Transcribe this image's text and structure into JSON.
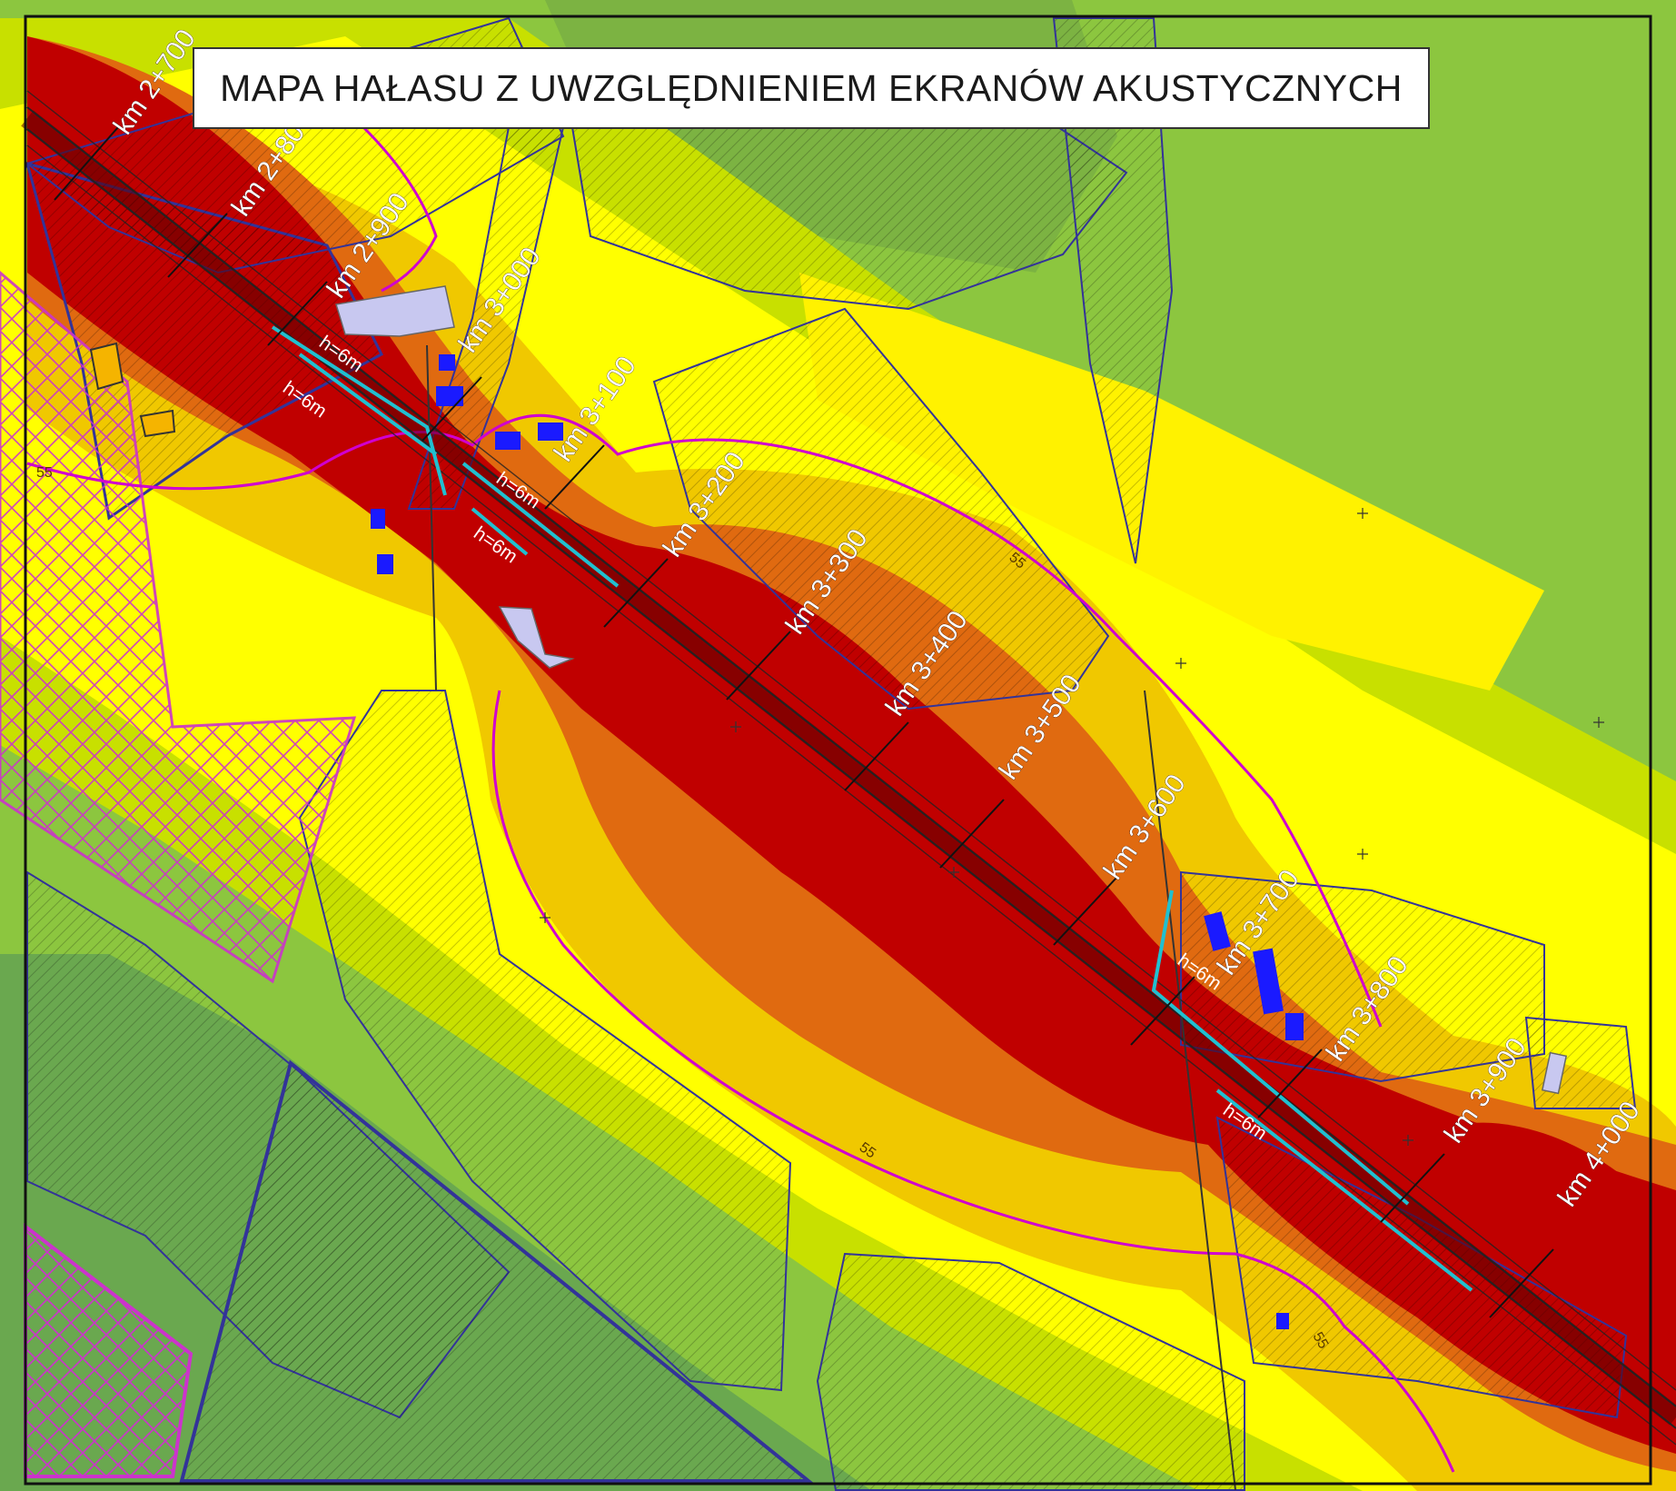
{
  "map": {
    "title": "MAPA HAŁASU Z UWZGLĘDNIENIEM EKRANÓW AKUSTYCZNYCH",
    "chainage_labels": [
      "km 2+700",
      "km 2+800",
      "km 2+900",
      "km 3+000",
      "km 3+100",
      "km 3+200",
      "km 3+300",
      "km 3+400",
      "km 3+500",
      "km 3+600",
      "km 3+700",
      "km 3+800",
      "km 3+900",
      "km 4+000"
    ],
    "barrier_labels": [
      "h=6m",
      "h=6m",
      "h=6m",
      "h=6m",
      "h=6m",
      "h=6m"
    ],
    "isoline_labels": [
      "55",
      "55",
      "55",
      "55"
    ],
    "colors": {
      "zone_above_70": "#c00000",
      "zone_65_70": "#e06a10",
      "zone_60_65": "#f0c800",
      "zone_55_60": "#ffff00",
      "zone_50_55": "#c8e000",
      "zone_below_50": "#8cc63f",
      "zone_low_dark": "#6aa84f",
      "protected_area_outline": "#333399",
      "isoline_55": "#d000d0",
      "acoustic_barrier": "#20c0d0",
      "residential_building": "#1a1aff",
      "commercial_building": "#f5b400",
      "other_building": "#c8c8f0"
    }
  }
}
